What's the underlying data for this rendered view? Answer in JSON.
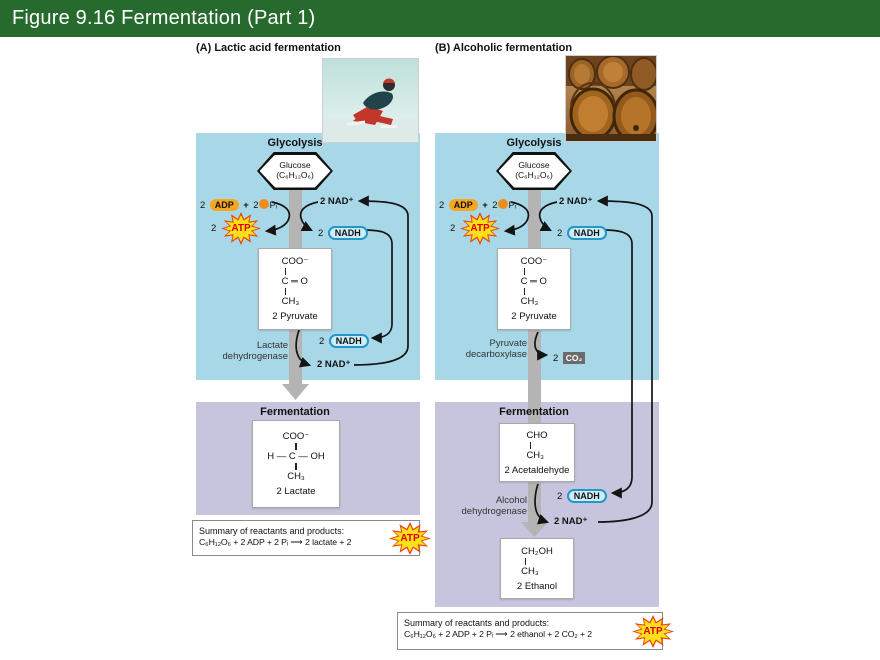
{
  "header": {
    "title": "Figure 9.16  Fermentation (Part 1)"
  },
  "colors": {
    "header_green": "#266b2d",
    "glycolysis_blue": "#a8d8e8",
    "fermentation_purple": "#c7c5de",
    "atp_star_yellow": "#ffe01a",
    "atp_star_border": "#e8430e",
    "nadh_pill_fill": "#cdeef9",
    "nadh_pill_border": "#2496c8",
    "adp_oval": "#f5a623",
    "co2_chip": "#6b6b6b",
    "thick_arrow_gray": "#b4b4b4"
  },
  "panel_a": {
    "label": "(A)  Lactic acid fermentation",
    "photo": "speed-skater",
    "glycolysis_title": "Glycolysis",
    "glucose": {
      "line1": "Glucose",
      "line2": "(C₆H₁₂O₆)"
    },
    "adp_row": {
      "n1": "2",
      "adp": "ADP",
      "plus": "+",
      "n2": "2",
      "pi": "Pᵢ"
    },
    "atp_row": {
      "n": "2",
      "atp": "ATP"
    },
    "nad_top": "2 NAD⁺",
    "nadh_top": {
      "n": "2",
      "label": "NADH"
    },
    "pyruvate": {
      "l1": "COO⁻",
      "l2": "C ═ O",
      "l3": "CH₃",
      "caption": "2 Pyruvate"
    },
    "enzyme": {
      "line1": "Lactate",
      "line2": "dehydrogenase"
    },
    "nadh_bottom": {
      "n": "2",
      "label": "NADH"
    },
    "nad_bottom": "2 NAD⁺",
    "fermentation_title": "Fermentation",
    "lactate": {
      "l1": "COO⁻",
      "l2": "H — C — OH",
      "l3": "CH₃",
      "caption": "2 Lactate"
    },
    "summary": {
      "line1": "Summary of reactants and products:",
      "line2": "C₆H₁₂O₆ + 2 ADP + 2 Pᵢ ⟶ 2 lactate + 2",
      "atp": "ATP"
    }
  },
  "panel_b": {
    "label": "(B)  Alcoholic fermentation",
    "photo": "wine-barrels",
    "glycolysis_title": "Glycolysis",
    "glucose": {
      "line1": "Glucose",
      "line2": "(C₆H₁₂O₆)"
    },
    "adp_row": {
      "n1": "2",
      "adp": "ADP",
      "plus": "+",
      "n2": "2",
      "pi": "Pᵢ"
    },
    "atp_row": {
      "n": "2",
      "atp": "ATP"
    },
    "nad_top": "2 NAD⁺",
    "nadh_top": {
      "n": "2",
      "label": "NADH"
    },
    "pyruvate": {
      "l1": "COO⁻",
      "l2": "C ═ O",
      "l3": "CH₃",
      "caption": "2 Pyruvate"
    },
    "enzyme": {
      "line1": "Pyruvate",
      "line2": "decarboxylase"
    },
    "co2": {
      "n": "2",
      "label": "CO₂"
    },
    "fermentation_title": "Fermentation",
    "acetaldehyde": {
      "l1": "CHO",
      "l2": "CH₃",
      "caption": "2 Acetaldehyde"
    },
    "enzyme2": {
      "line1": "Alcohol",
      "line2": "dehydrogenase"
    },
    "nadh_bottom": {
      "n": "2",
      "label": "NADH"
    },
    "nad_bottom": "2 NAD⁺",
    "ethanol": {
      "l1": "CH₂OH",
      "l2": "CH₃",
      "caption": "2 Ethanol"
    },
    "summary": {
      "line1": "Summary of reactants and products:",
      "line2": "C₆H₁₂O₆ + 2 ADP + 2 Pᵢ ⟶ 2 ethanol + 2 CO₂ + 2",
      "atp": "ATP"
    }
  }
}
